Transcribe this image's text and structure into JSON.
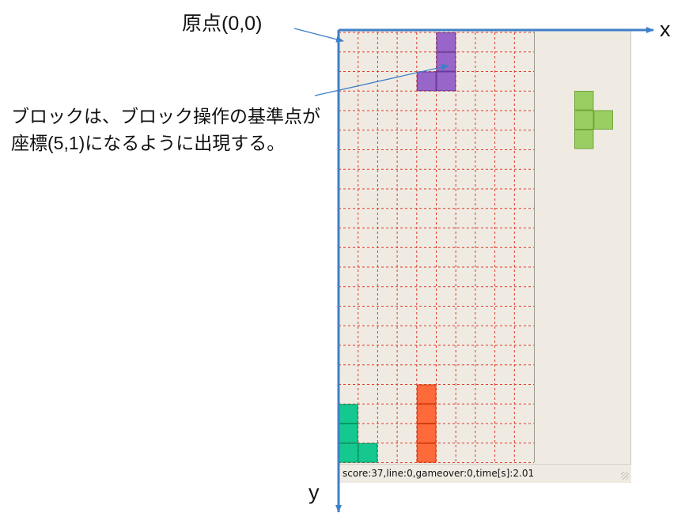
{
  "labels": {
    "origin": "原点(0,0)",
    "x_axis": "x",
    "y_axis": "y",
    "note_line1": "ブロックは、ブロック操作の基準点が",
    "note_line2": "座標(5,1)になるように出現する。"
  },
  "window": {
    "status_text": "score:37,line:0,gameover:0,time[s]:2.01"
  },
  "board": {
    "columns": 10,
    "rows": 22
  },
  "colors": {
    "grid": "#e03a2a",
    "axis": "#3f7fc8",
    "purple": "#9866c8",
    "green_next": "#9acd62",
    "teal": "#14c890",
    "orange": "#ff6a3a"
  },
  "pieces": [
    {
      "name": "falling-j-piece",
      "color_key": "purple",
      "cells": [
        [
          5,
          0
        ],
        [
          5,
          1
        ],
        [
          5,
          2
        ],
        [
          4,
          2
        ]
      ]
    },
    {
      "name": "stacked-l-piece",
      "color_key": "teal",
      "cells": [
        [
          0,
          19
        ],
        [
          0,
          20
        ],
        [
          0,
          21
        ],
        [
          1,
          21
        ]
      ]
    },
    {
      "name": "stacked-i-piece",
      "color_key": "orange",
      "cells": [
        [
          4,
          18
        ],
        [
          4,
          19
        ],
        [
          4,
          20
        ],
        [
          4,
          21
        ]
      ]
    }
  ],
  "next_piece": {
    "name": "next-t-piece",
    "color_key": "green_next",
    "cells": [
      [
        0,
        0
      ],
      [
        0,
        1
      ],
      [
        1,
        1
      ],
      [
        0,
        2
      ]
    ]
  }
}
